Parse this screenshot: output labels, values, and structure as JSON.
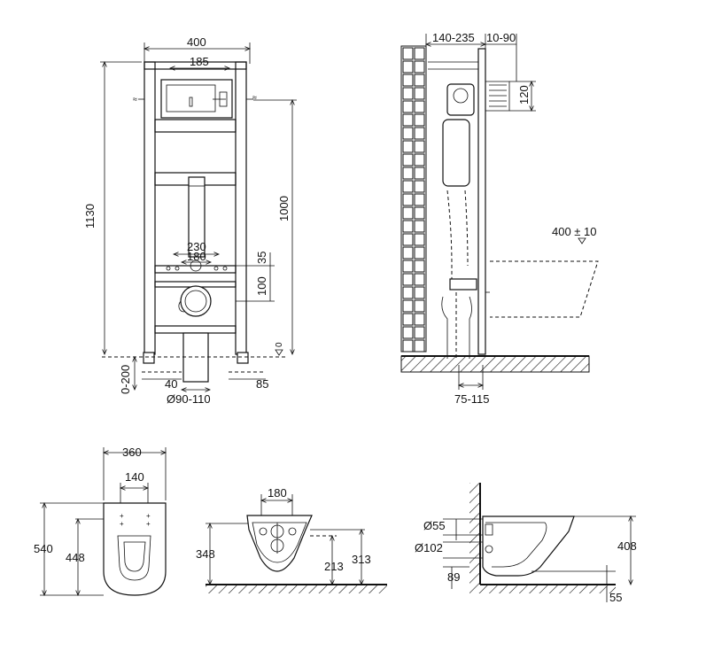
{
  "frame_front": {
    "width": "400",
    "inner": "185",
    "height": "1130",
    "flush_height": "1000",
    "bolt_outer": "230",
    "bolt_inner": "180",
    "offset_35": "35",
    "offset_100": "100",
    "zero": "0",
    "leg_adjust": "0-200",
    "leg_40": "40",
    "leg_85": "85",
    "drain": "Ø90-110"
  },
  "frame_side": {
    "depth": "140-235",
    "wall": "10-90",
    "height_120": "120",
    "bowl_height": "400 ± 10",
    "bottom": "75-115"
  },
  "bowl_top": {
    "width": "360",
    "bolt_spacing": "140",
    "length": "540",
    "length_inner": "448"
  },
  "bowl_front": {
    "spacing": "180",
    "h_348": "348",
    "h_213": "213",
    "h_313": "313"
  },
  "bowl_side": {
    "d55": "Ø55",
    "d102": "Ø102",
    "h_408": "408",
    "h_89": "89",
    "h_55": "55"
  }
}
